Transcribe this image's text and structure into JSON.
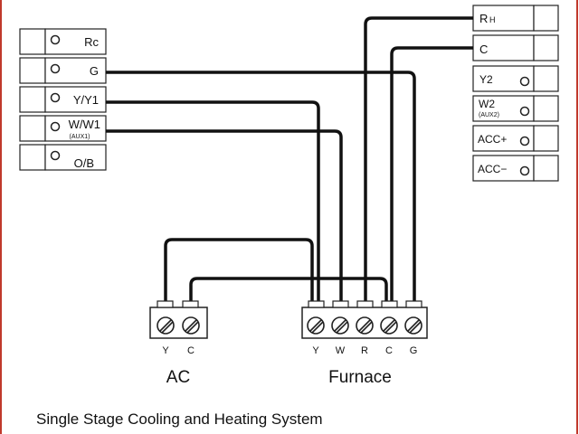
{
  "left_terminals": [
    {
      "label": "Rc",
      "sub": ""
    },
    {
      "label": "G",
      "sub": ""
    },
    {
      "label": "Y/Y1",
      "sub": ""
    },
    {
      "label": "W/W1",
      "sub": "(AUX1)"
    },
    {
      "label": "O/B",
      "sub": ""
    }
  ],
  "right_terminals": [
    {
      "label": "R",
      "small": "H",
      "sub": ""
    },
    {
      "label": "C",
      "small": "",
      "sub": ""
    },
    {
      "label": "Y2",
      "small": "",
      "sub": ""
    },
    {
      "label": "W2",
      "small": "",
      "sub": "(AUX2)"
    },
    {
      "label": "ACC+",
      "small": "",
      "sub": ""
    },
    {
      "label": "ACC−",
      "small": "",
      "sub": ""
    }
  ],
  "ac": {
    "title": "AC",
    "terminals": [
      "Y",
      "C"
    ]
  },
  "furnace": {
    "title": "Furnace",
    "terminals": [
      "Y",
      "W",
      "R",
      "C",
      "G"
    ]
  },
  "caption": "Single Stage Cooling and Heating System",
  "colors": {
    "wire": "#111111",
    "frame": "#c0392b",
    "outline": "#222222"
  }
}
